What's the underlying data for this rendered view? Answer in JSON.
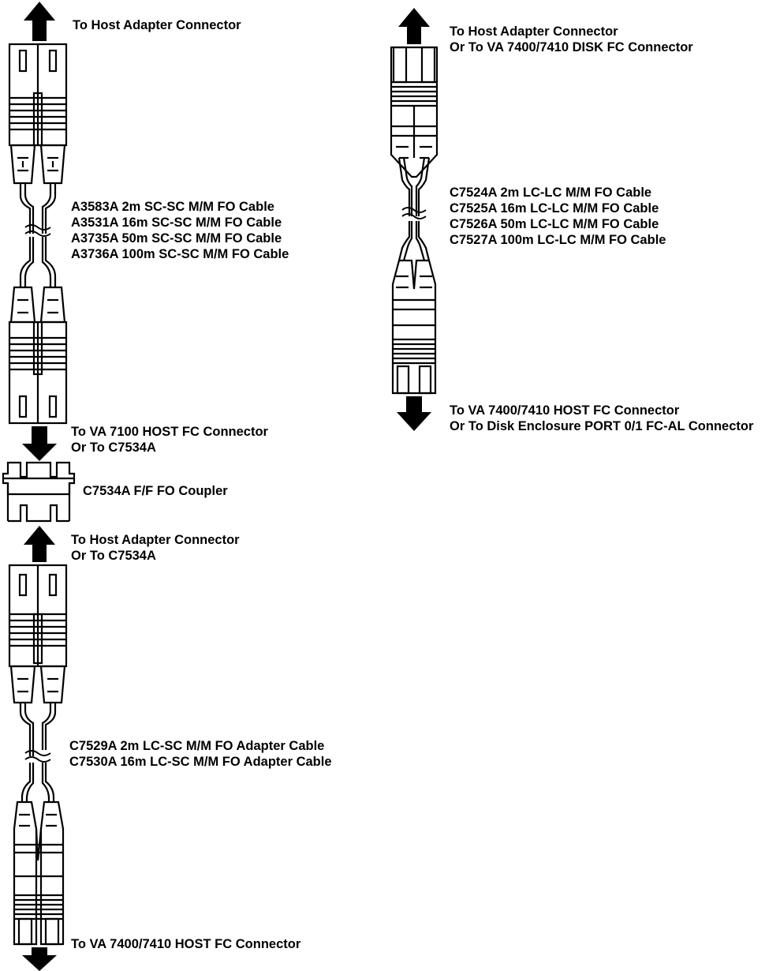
{
  "left_column": {
    "sc_sc_cable": {
      "top_connection": "To Host Adapter Connector",
      "cable_models": [
        "A3583A 2m SC-SC M/M FO Cable",
        "A3531A 16m SC-SC M/M FO Cable",
        "A3735A 50m SC-SC M/M FO Cable",
        "A3736A 100m SC-SC M/M FO Cable"
      ],
      "bottom_connection": [
        "To VA 7100 HOST FC Connector",
        "Or To C7534A"
      ]
    },
    "coupler": {
      "label": "C7534A F/F FO Coupler"
    },
    "lc_sc_cable": {
      "top_connection": [
        "To Host Adapter Connector",
        "Or To C7534A"
      ],
      "cable_models": [
        "C7529A 2m LC-SC M/M FO Adapter Cable",
        "C7530A 16m LC-SC M/M FO Adapter Cable"
      ],
      "bottom_connection": "To VA 7400/7410 HOST FC Connector"
    }
  },
  "right_column": {
    "lc_lc_cable": {
      "top_connection": [
        "To Host Adapter Connector",
        "Or To VA 7400/7410 DISK FC Connector"
      ],
      "cable_models": [
        "C7524A 2m LC-LC M/M FO Cable",
        "C7525A 16m LC-LC M/M FO Cable",
        "C7526A 50m LC-LC M/M FO Cable",
        "C7527A 100m LC-LC M/M FO Cable"
      ],
      "bottom_connection": [
        "To VA 7400/7410 HOST FC Connector",
        "Or To Disk Enclosure PORT 0/1 FC-AL Connector"
      ]
    }
  },
  "colors": {
    "ink": "#000000",
    "background": "#ffffff",
    "arrow_fill": "#000000"
  }
}
